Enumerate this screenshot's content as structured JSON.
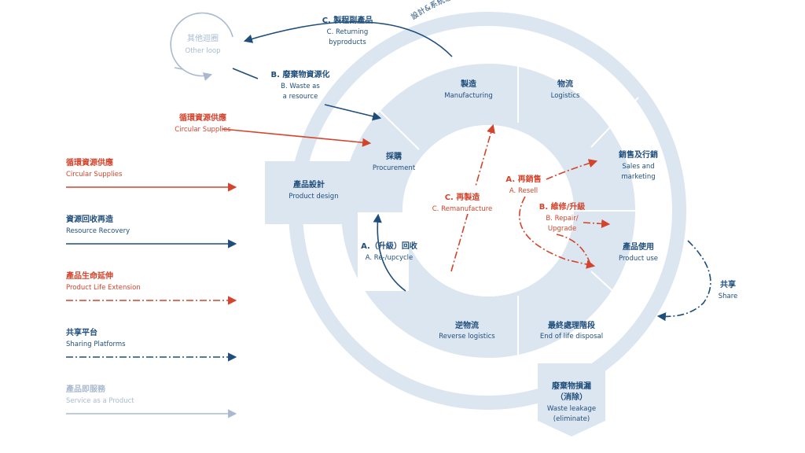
{
  "colors": {
    "navy": "#1f4e7c",
    "red": "#d4432b",
    "light": "#dce6f0",
    "pale": "#a9bad0",
    "white": "#ffffff"
  },
  "ring": {
    "label": "設計&系統思維 Design& Systems Thinking"
  },
  "stages": {
    "manufacturing": {
      "zh": "製造",
      "en": "Manufacturing"
    },
    "logistics": {
      "zh": "物流",
      "en": "Logistics"
    },
    "sales": {
      "zh": "銷售及行銷",
      "en": [
        "Sales and",
        "marketing"
      ]
    },
    "product_use": {
      "zh": "產品使用",
      "en": "Product use"
    },
    "end_of_life": {
      "zh": "最終處理階段",
      "en": "End of life disposal"
    },
    "reverse": {
      "zh": "逆物流",
      "en": "Reverse logistics"
    },
    "procurement": {
      "zh": "採購",
      "en": "Procurement"
    }
  },
  "product_design": {
    "zh": "產品設計",
    "en": "Product design"
  },
  "waste_leakage": {
    "zh": [
      "廢棄物損漏",
      "（消除）"
    ],
    "en": [
      "Waste leakage",
      "(eliminate)"
    ]
  },
  "other_loop": {
    "zh": "其他迴圈",
    "en": "Other loop"
  },
  "annotations": {
    "returning": {
      "zh": "C. 製程副產品",
      "en": [
        "C. Returning",
        "byproducts"
      ]
    },
    "waste_resource": {
      "zh": "B. 廢棄物資源化",
      "en": [
        "B. Waste as",
        "a resource"
      ]
    },
    "circular_top": {
      "zh": "循環資源供應",
      "en": "Circular Supplies"
    },
    "re_upcycle": {
      "zh": "A.（升級）回收",
      "en": "A. Re-/upcycle"
    },
    "remanufacture": {
      "zh": "C. 再製造",
      "en": "C. Remanufacture"
    },
    "resell": {
      "zh": "A. 再銷售",
      "en": "A. Resell"
    },
    "repair": {
      "zh": "B. 維修/升級",
      "en": [
        "B. Repair/",
        "Upgrade"
      ]
    },
    "share": {
      "zh": "共享",
      "en": "Share"
    }
  },
  "legend": [
    {
      "zh": "循環資源供應",
      "en": "Circular Supplies",
      "style": "solid",
      "color": "#d4432b"
    },
    {
      "zh": "資源回收再造",
      "en": "Resource Recovery",
      "style": "solid",
      "color": "#1f4e7c"
    },
    {
      "zh": "產品生命延伸",
      "en": "Product Life Extension",
      "style": "dashdot",
      "color": "#d4432b"
    },
    {
      "zh": "共享平台",
      "en": "Sharing Platforms",
      "style": "dashdot",
      "color": "#1f4e7c"
    },
    {
      "zh": "產品即服務",
      "en": "Service as a Product",
      "style": "solid",
      "color": "#a9bad0"
    }
  ]
}
